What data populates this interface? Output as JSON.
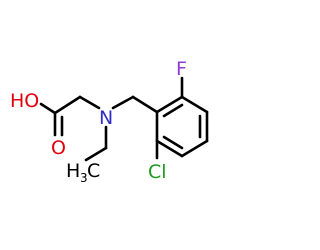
{
  "atoms": {
    "oh": {
      "text": "HO",
      "color": "#e0000f"
    },
    "o_carbonyl": {
      "text": "O",
      "color": "#e0000f"
    },
    "n": {
      "text": "N",
      "color": "#2f2fc8"
    },
    "ch3": {
      "text": "H",
      "sub": "3",
      "tail": "C",
      "color": "#000000"
    },
    "f": {
      "text": "F",
      "color": "#8f3bd0"
    },
    "cl": {
      "text": "Cl",
      "color": "#1f9a1f"
    }
  }
}
